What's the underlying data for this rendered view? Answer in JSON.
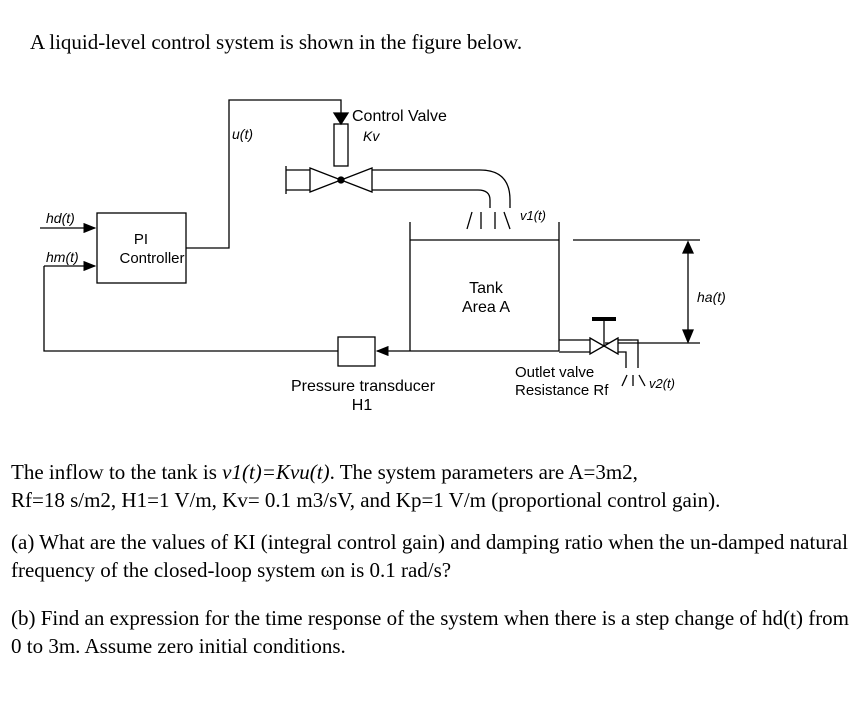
{
  "title": "A liquid-level control system is shown in the figure below.",
  "diagram": {
    "control_valve_label": "Control Valve",
    "kv_label": "Kv",
    "u_label": "u(t)",
    "v1_label": "v1(t)",
    "hd_label": "hd(t)",
    "hm_label": "hm(t)",
    "pi_label_1": "PI",
    "pi_label_2": "Controller",
    "tank_label_1": "Tank",
    "tank_label_2": "Area A",
    "ha_label": "ha(t)",
    "outlet_label_1": "Outlet valve",
    "outlet_label_2": "Resistance Rf",
    "v2_label": "v2(t)",
    "transducer_label_1": "Pressure transducer",
    "transducer_label_2": "H1"
  },
  "text": {
    "p1_a": "The inflow to the tank is ",
    "p1_eq1": "v1(t)=Kvu(t)",
    "p1_b": ". The system parameters are ",
    "p1_eq2": "A=3m2,",
    "p1_line2": "Rf=18 s/m2, H1=1 V/m, Kv= 0.1 m3/sV, and  Kp=1 V/m (proportional control gain).",
    "p2": "(a) What are the values of KI (integral control gain) and damping ratio when the un-damped natural frequency of the closed-loop system ωn is 0.1 rad/s?",
    "p3": "(b) Find an expression for the time response of the system when there is a step change of hd(t) from 0 to 3m. Assume zero initial conditions."
  }
}
